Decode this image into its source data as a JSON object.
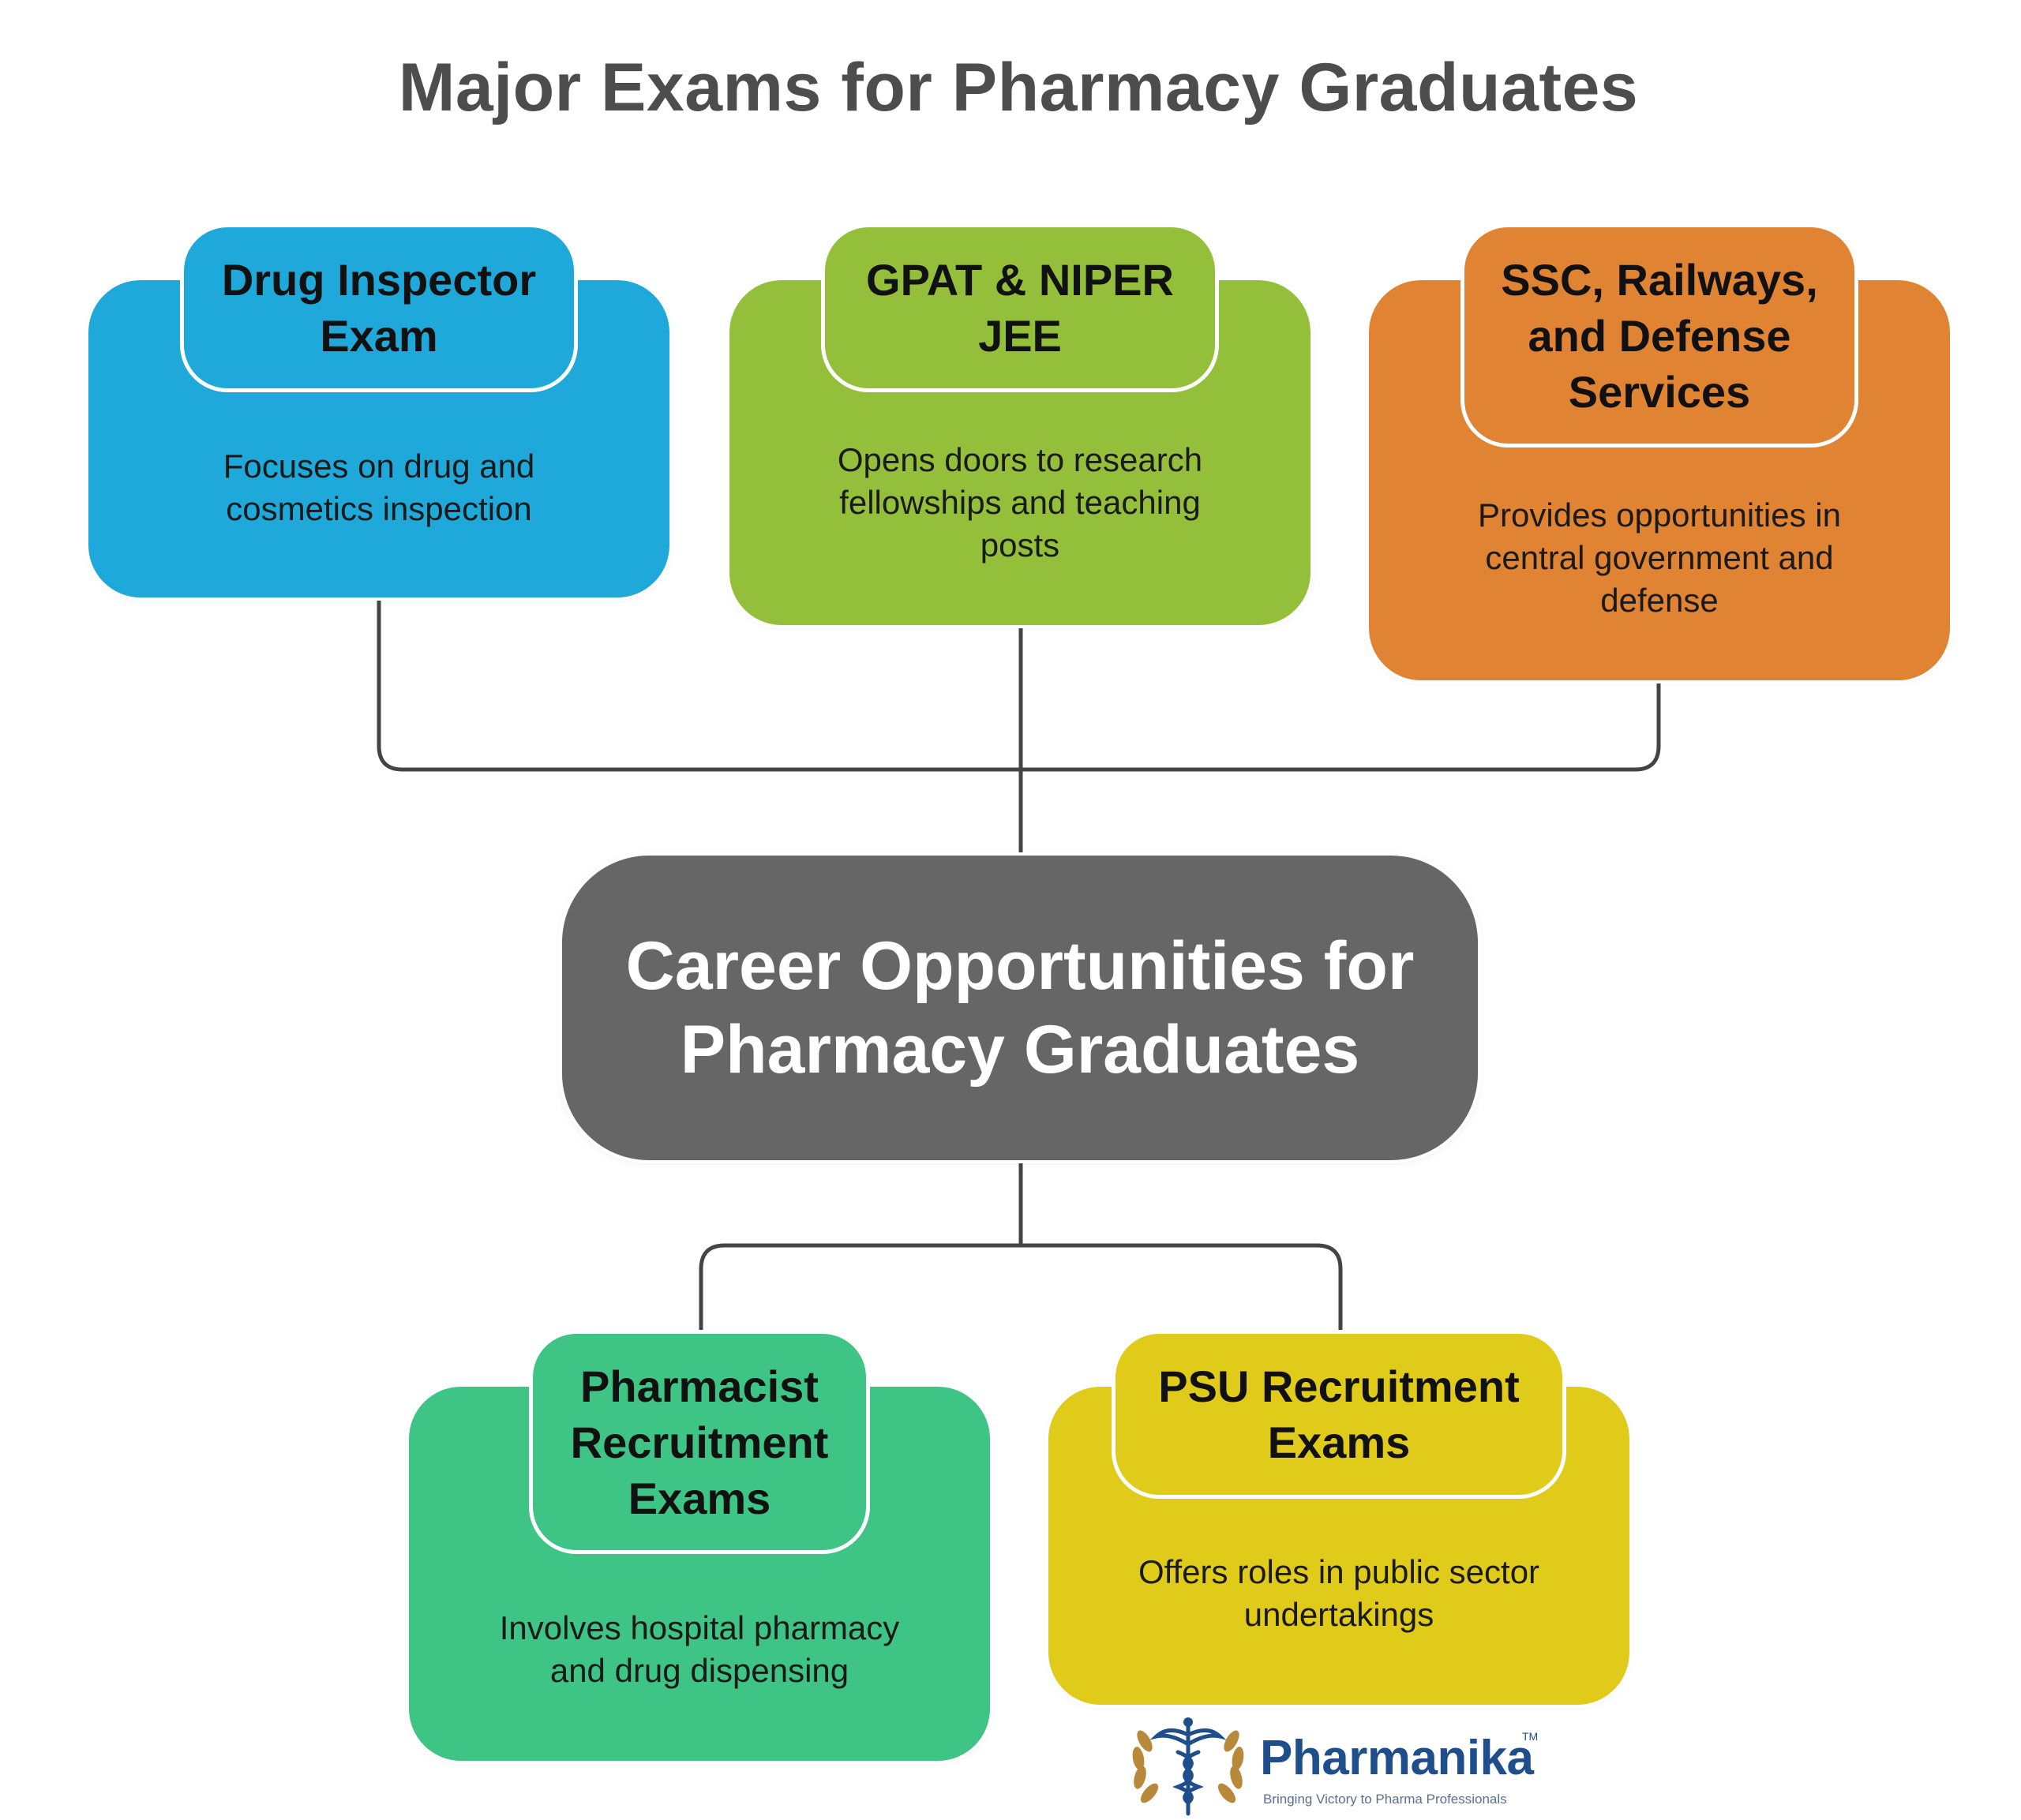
{
  "title": "Major Exams for Pharmacy Graduates",
  "center": {
    "line1": "Career Opportunities for",
    "line2": "Pharmacy Graduates"
  },
  "cards": [
    {
      "title_lines": [
        "Drug Inspector",
        "Exam"
      ],
      "desc_lines": [
        "Focuses on drug and",
        "cosmetics inspection"
      ],
      "color": "#1fa9da"
    },
    {
      "title_lines": [
        "GPAT & NIPER",
        "JEE"
      ],
      "desc_lines": [
        "Opens doors to research",
        "fellowships and teaching",
        "posts"
      ],
      "color": "#94bf3b"
    },
    {
      "title_lines": [
        "SSC, Railways,",
        "and Defense",
        "Services"
      ],
      "desc_lines": [
        "Provides opportunities in",
        "central government and",
        "defense"
      ],
      "color": "#e08434"
    },
    {
      "title_lines": [
        "Pharmacist",
        "Recruitment",
        "Exams"
      ],
      "desc_lines": [
        "Involves hospital pharmacy",
        "and drug dispensing"
      ],
      "color": "#3ec484"
    },
    {
      "title_lines": [
        "PSU Recruitment",
        "Exams"
      ],
      "desc_lines": [
        "Offers roles in public sector",
        "undertakings"
      ],
      "color": "#e0cb1a"
    }
  ],
  "colors": {
    "center_box": "#666666",
    "connector": "#444444",
    "title_text": "#4d4d4d"
  },
  "logo": {
    "name": "Pharmanika",
    "trademark": "TM",
    "tagline": "Bringing Victory to Pharma Professionals"
  }
}
